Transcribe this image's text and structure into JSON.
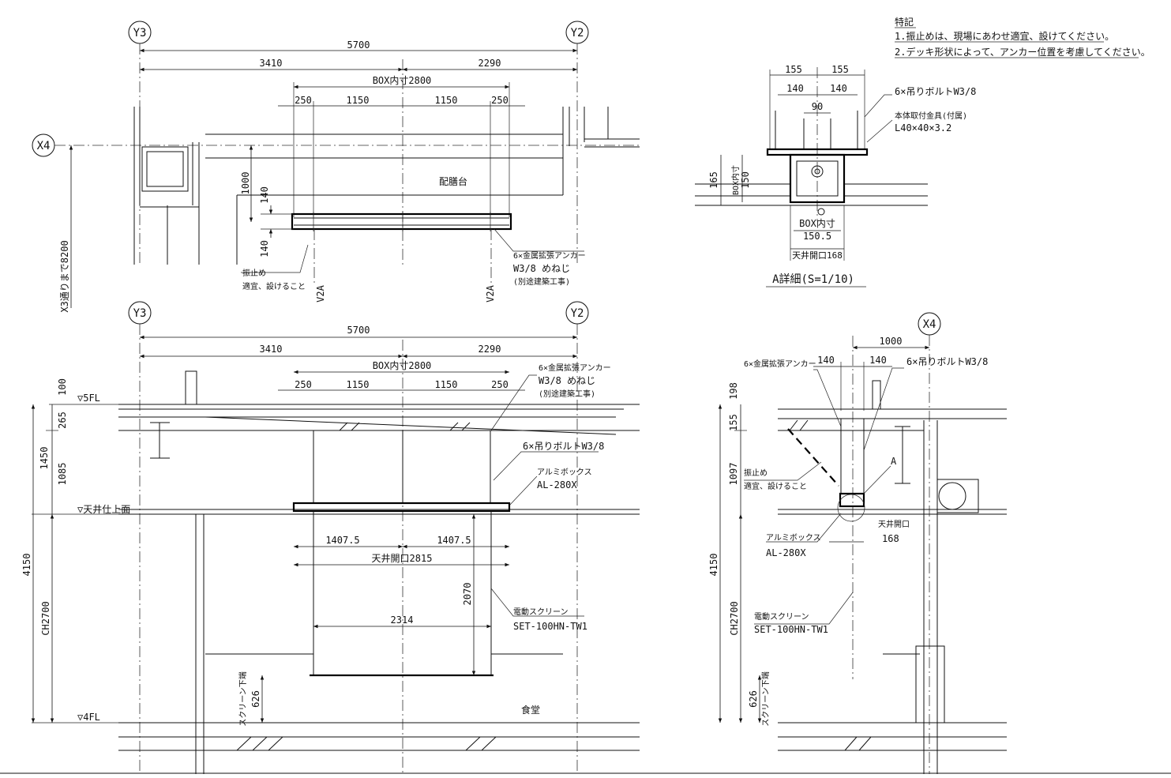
{
  "notes": {
    "heading": "特記",
    "items": [
      "1.振止めは、現場にあわせ適宜、設けてください。",
      "2.デッキ形状によって、アンカー位置を考慮してください。"
    ]
  },
  "grid": {
    "y3": "Y3",
    "y2": "Y2",
    "x4": "X4"
  },
  "plan": {
    "total": "5700",
    "left": "3410",
    "right": "2290",
    "box_inner": "BOX内寸2800",
    "seg_a": "250",
    "seg_b": "1150",
    "seg_c": "1150",
    "seg_d": "250",
    "d1000": "1000",
    "d140a": "140",
    "d140b": "140",
    "x3_label": "X3通りまで8200",
    "room": "配膳台",
    "anchor_1": "6×金属拡張アンカー",
    "anchor_2": "W3/8 めねじ",
    "anchor_3": "(別途建築工事)",
    "brace_1": "振止め",
    "brace_2": "適宜、設けること",
    "sec_a": "V2A",
    "sec_b": "V2A"
  },
  "detail_a": {
    "w155a": "155",
    "w155b": "155",
    "w140a": "140",
    "w140b": "140",
    "w90": "90",
    "bolt": "6×吊りボルトW3/8",
    "bracket_1": "本体取付金具(付属)",
    "bracket_2": "L40×40×3.2",
    "h165": "165",
    "h150": "150",
    "box_inner_v": "BOX内寸",
    "box_inner": "BOX内寸",
    "w150_5": "150.5",
    "opening": "天井開口168",
    "title": "A詳細(S=1/10)"
  },
  "elevation": {
    "total": "5700",
    "left": "3410",
    "right": "2290",
    "box_inner": "BOX内寸2800",
    "seg_a": "250",
    "seg_b": "1150",
    "seg_c": "1150",
    "seg_d": "250",
    "anchor_1": "6×金属拡張アンカー",
    "anchor_2": "W3/8 めねじ",
    "anchor_3": "(別途建築工事)",
    "bolt": "6×吊りボルトW3/8",
    "box_1": "アルミボックス",
    "box_2": "AL-280X",
    "fl5": "▽5FL",
    "ceiling": "▽天井仕上面",
    "fl4": "▽4FL",
    "h100": "100",
    "h265": "265",
    "h1450": "1450",
    "h1085": "1085",
    "h4150": "4150",
    "ch": "CH2700",
    "half_l": "1407.5",
    "half_r": "1407.5",
    "opening": "天井開口2815",
    "screen_w": "2314",
    "screen_h": "2070",
    "screen_1": "電動スクリーン",
    "screen_2": "SET-100HN-TW1",
    "bottom_label": "スクリーン下端",
    "h626": "626",
    "room": "食堂"
  },
  "section": {
    "d1000": "1000",
    "d140a": "140",
    "d140b": "140",
    "anchor": "6×金属拡張アンカー",
    "bolt": "6×吊りボルトW3/8",
    "h198": "198",
    "h155": "155",
    "h1097": "1097",
    "h4150": "4150",
    "ch": "CH2700",
    "brace_1": "振止め",
    "brace_2": "適宜、設けること",
    "a_label": "A",
    "opening_1": "天井開口",
    "opening_2": "168",
    "box_1": "アルミボックス",
    "box_2": "AL-280X",
    "screen_1": "電動スクリーン",
    "screen_2": "SET-100HN-TW1",
    "bottom_label": "スクリーン下端",
    "h626": "626"
  }
}
